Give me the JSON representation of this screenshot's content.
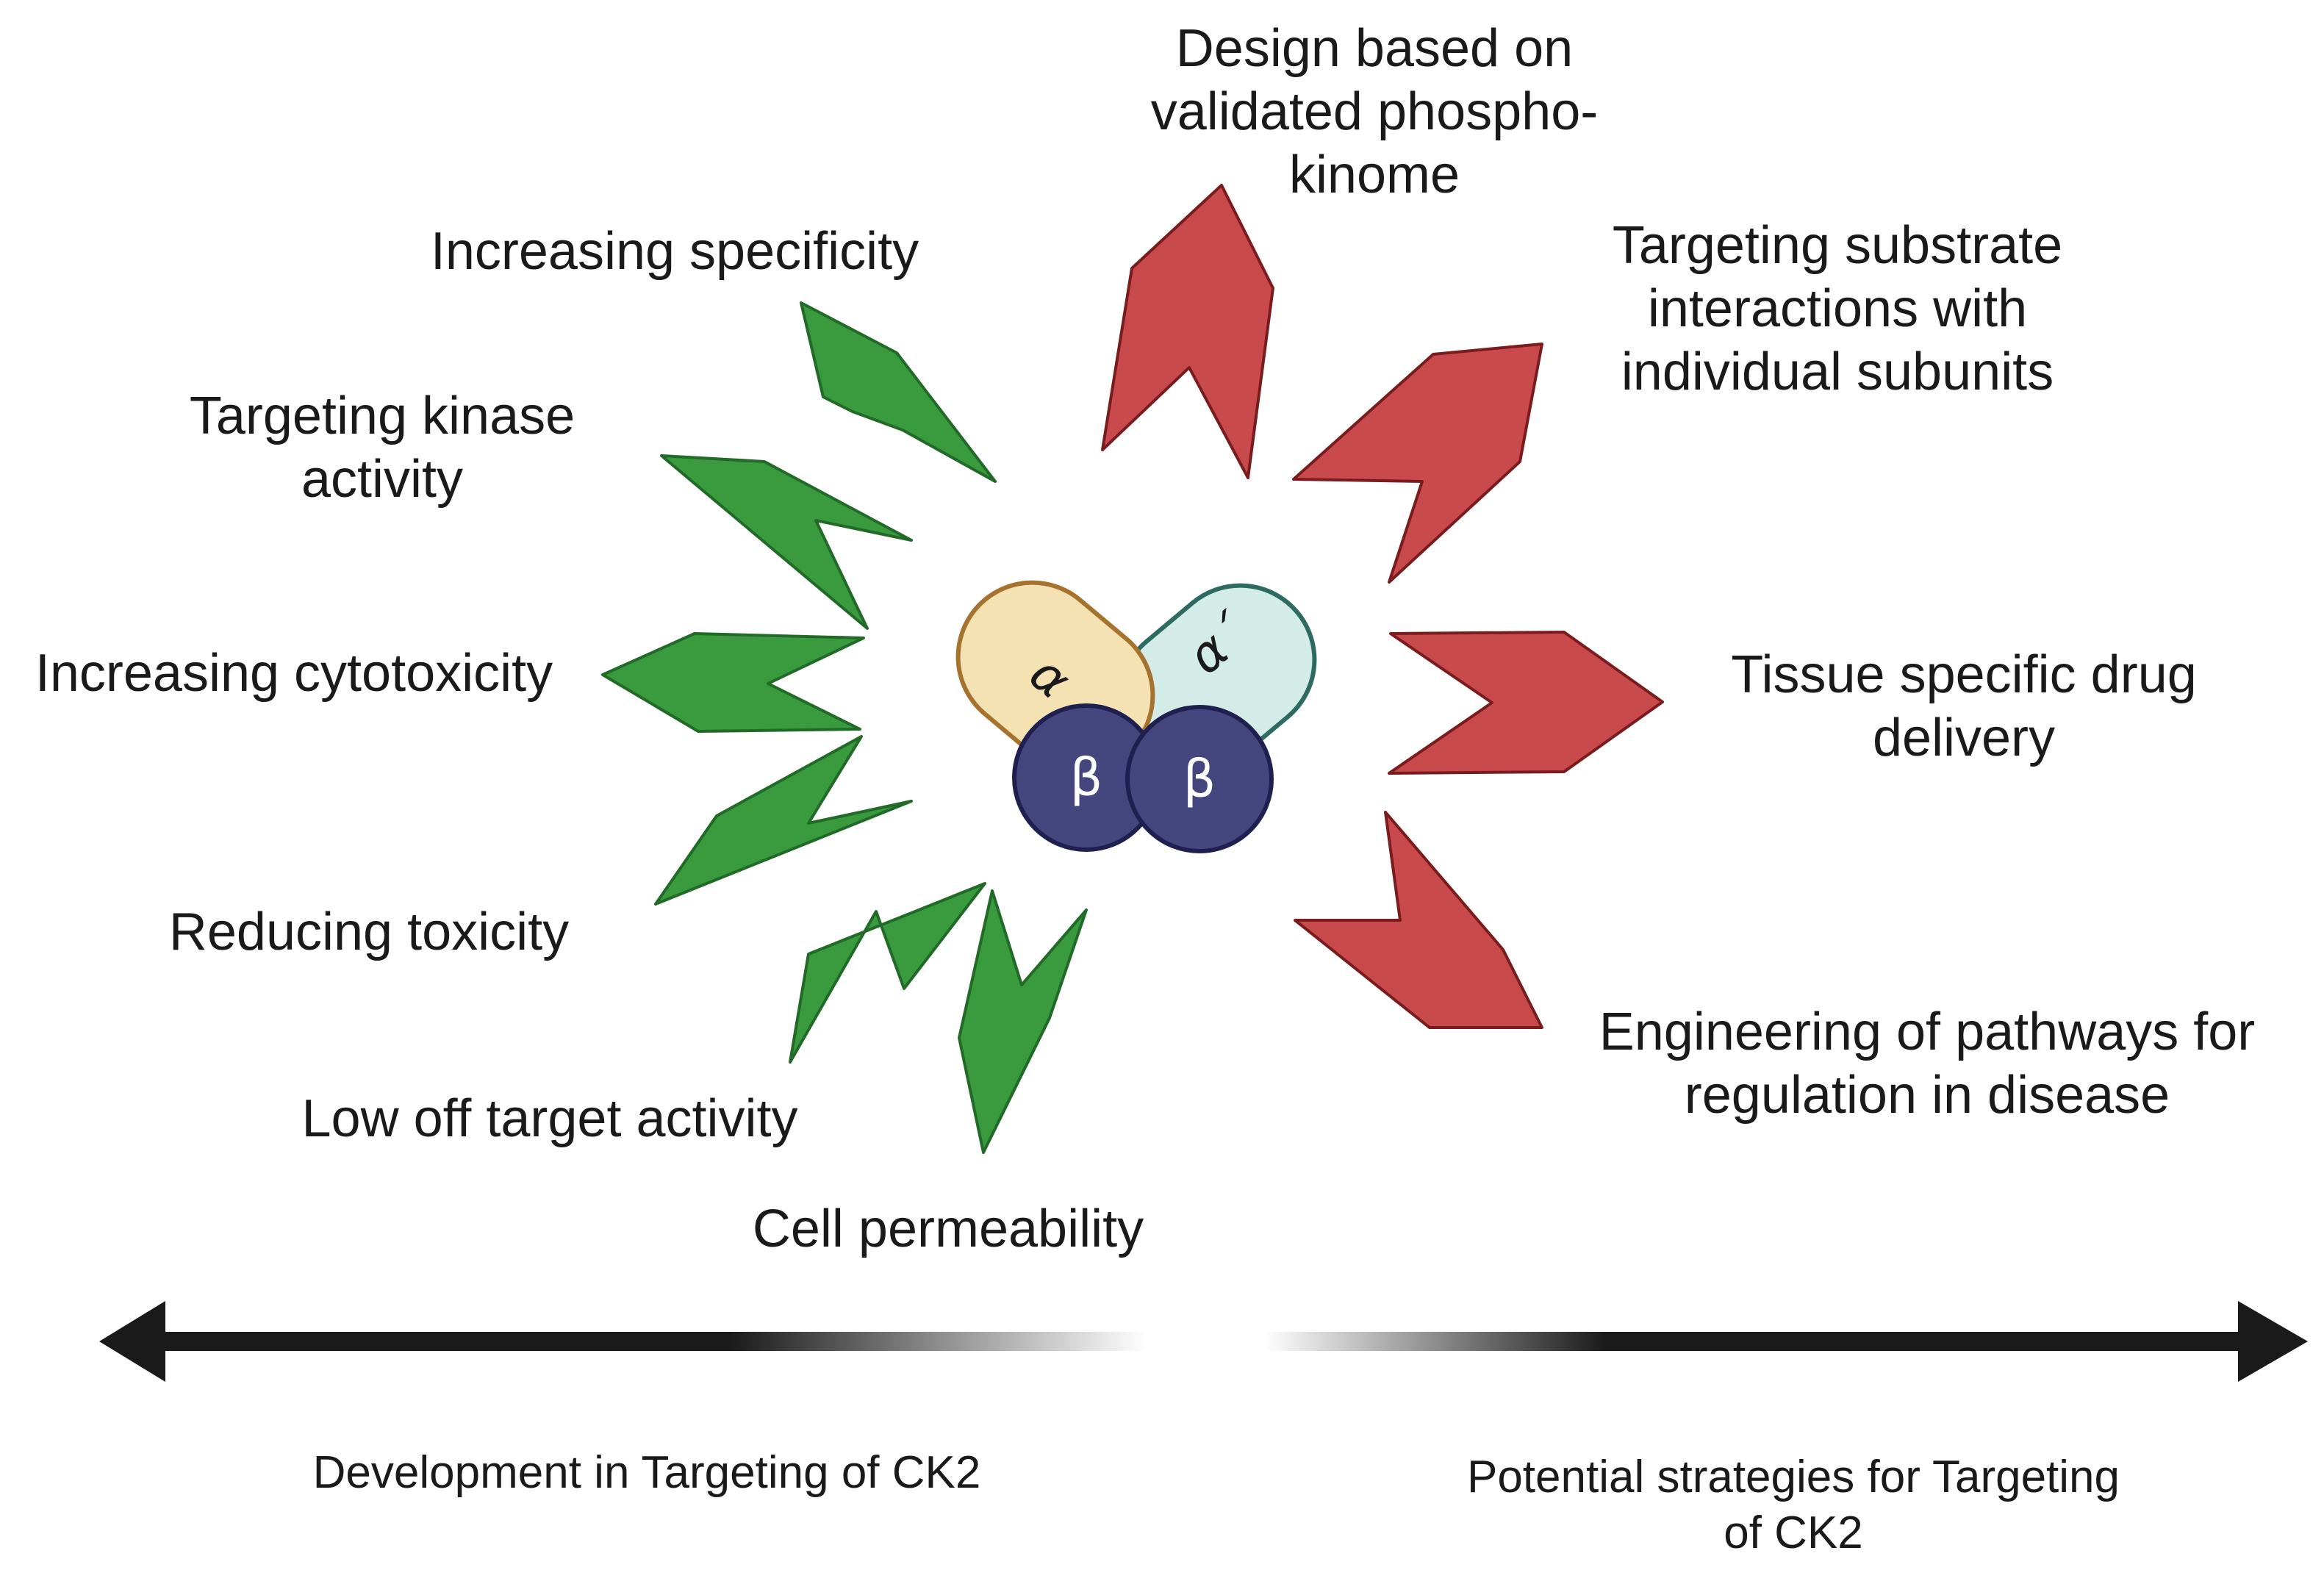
{
  "colors": {
    "green_fill": "#3a9a3e",
    "green_stroke": "#226a28",
    "red_fill": "#c94a4c",
    "red_stroke": "#7a1c1e",
    "alpha_fill": "#f4e2b2",
    "alpha_stroke": "#a6732e",
    "alpha_prime_fill": "#d3ece8",
    "alpha_prime_stroke": "#2d6b61",
    "beta_fill": "#45467e",
    "beta_stroke": "#1f2050",
    "axis": "#1a1a1a"
  },
  "complex": {
    "alpha": "α",
    "alpha_prime": "α´",
    "beta_left": "β",
    "beta_right": "β"
  },
  "left_labels": {
    "increasing_specificity": [
      "Increasing  specificity"
    ],
    "targeting_kinase_activity": [
      "Targeting kinase",
      "activity"
    ],
    "increasing_cytotoxicity": [
      "Increasing cytotoxicity"
    ],
    "reducing_toxicity": [
      "Reducing toxicity"
    ],
    "low_off_target_activity": [
      "Low off target activity"
    ],
    "cell_permeability": [
      "Cell permeability"
    ]
  },
  "right_labels": {
    "design_phosphokinome": [
      "Design based on",
      "validated phospho-",
      "kinome"
    ],
    "targeting_substrate": [
      "Targeting substrate",
      "interactions with",
      "individual subunits"
    ],
    "tissue_specific": [
      "Tissue specific drug",
      "delivery"
    ],
    "engineering_pathways": [
      "Engineering of pathways for",
      "regulation in disease"
    ]
  },
  "axis": {
    "left_caption": [
      "Development in Targeting of CK2"
    ],
    "right_caption": [
      "Potential strategies for Targeting",
      "of CK2"
    ]
  }
}
